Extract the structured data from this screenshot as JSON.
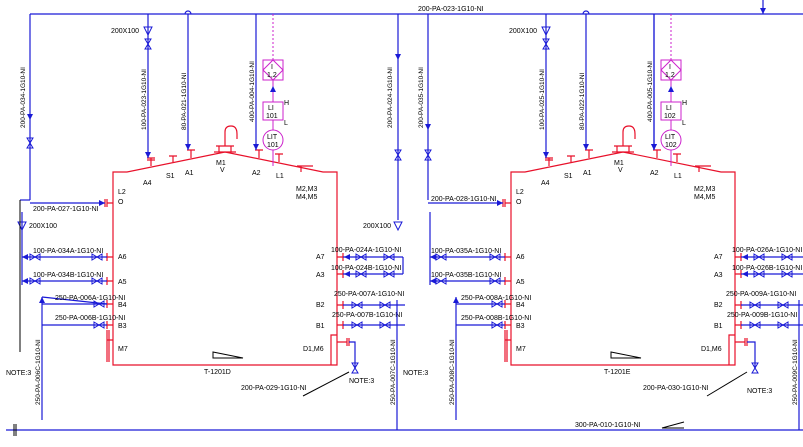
{
  "colors": {
    "process_line": "#1a1ad6",
    "vessel": "#e8102a",
    "instrument": "#cc22cc",
    "annotation": "#000000"
  },
  "header_line": "200-PA-023-1G10-NI",
  "main_line": "300-PA-010-1G10-NI",
  "left_riser": "200-PA-034-1G10-NI",
  "left_note": "NOTE:3",
  "right_note": "NOTE:3",
  "mid_drop_left": "200-PA-024-1G10-NI",
  "mid_drop_right": "200-PA-035-1G10-NI",
  "reducer_tag": "200X100",
  "vessels": [
    {
      "tag": "T-1201D",
      "nozzle_lines": [
        "100-PA-023-1G10-NI",
        "80-PA-021-1G10-NI",
        "400-PA-004-1G10-NI"
      ],
      "top_nozzles": {
        "A4": "A4",
        "S1": "S1",
        "A1": "A1",
        "M1": "M1",
        "V": "V",
        "A2": "A2",
        "L1": "L1",
        "M23": "M2,M3",
        "M45": "M4,M5"
      },
      "side_left": {
        "L2": "L2",
        "O": "O",
        "A6": "A6",
        "A5": "A5",
        "B4": "B4",
        "B3": "B3",
        "M7": "M7"
      },
      "side_right": {
        "A7": "A7",
        "A3": "A3",
        "B2": "B2",
        "B1": "B1",
        "D1M6": "D1,M6"
      },
      "lines_left": [
        "200-PA-027-1G10-NI",
        "100-PA-034A-1G10-NI",
        "100-PA-034B-1G10-NI",
        "250-PA-006A-1G10-NI",
        "250-PA-006B-1G10-NI"
      ],
      "lines_right": [
        "100-PA-024A-1G10-NI",
        "100-PA-024B-1G10-NI",
        "250-PA-007A-1G10-NI",
        "250-PA-007B-1G10-NI"
      ],
      "drain_line": "200-PA-029-1G10-NI",
      "down_left": "250-PA-006C-1G10-NI",
      "down_right": "250-PA-007C-1G10-NI",
      "instruments": {
        "i": "I",
        "i_num": "1,2",
        "li": "LI",
        "li_num": "101",
        "lit": "LIT",
        "lit_num": "101",
        "h": "H",
        "l": "L"
      }
    },
    {
      "tag": "T-1201E",
      "nozzle_lines": [
        "100-PA-025-1G10-NI",
        "80-PA-022-1G10-NI",
        "400-PA-005-1G10-NI"
      ],
      "top_nozzles": {
        "A4": "A4",
        "S1": "S1",
        "A1": "A1",
        "M1": "M1",
        "V": "V",
        "A2": "A2",
        "L1": "L1",
        "M23": "M2,M3",
        "M45": "M4,M5"
      },
      "side_left": {
        "L2": "L2",
        "O": "O",
        "A6": "A6",
        "A5": "A5",
        "B4": "B4",
        "B3": "B3",
        "M7": "M7"
      },
      "side_right": {
        "A7": "A7",
        "A3": "A3",
        "B2": "B2",
        "B1": "B1",
        "D1M6": "D1,M6"
      },
      "lines_left": [
        "200-PA-028-1G10-NI",
        "100-PA-035A-1G10-NI",
        "100-PA-035B-1G10-NI",
        "250-PA-008A-1G10-NI",
        "250-PA-008B-1G10-NI"
      ],
      "lines_right": [
        "100-PA-026A-1G10-NI",
        "100-PA-026B-1G10-NI",
        "250-PA-009A-1G10-NI",
        "250-PA-009B-1G10-NI"
      ],
      "drain_line": "200-PA-030-1G10-NI",
      "down_left": "250-PA-008C-1G10-NI",
      "down_right": "250-PA-009C-1G10-NI",
      "instruments": {
        "i": "I",
        "i_num": "1,2",
        "li": "LI",
        "li_num": "102",
        "lit": "LIT",
        "lit_num": "102",
        "h": "H",
        "l": "L"
      }
    }
  ]
}
